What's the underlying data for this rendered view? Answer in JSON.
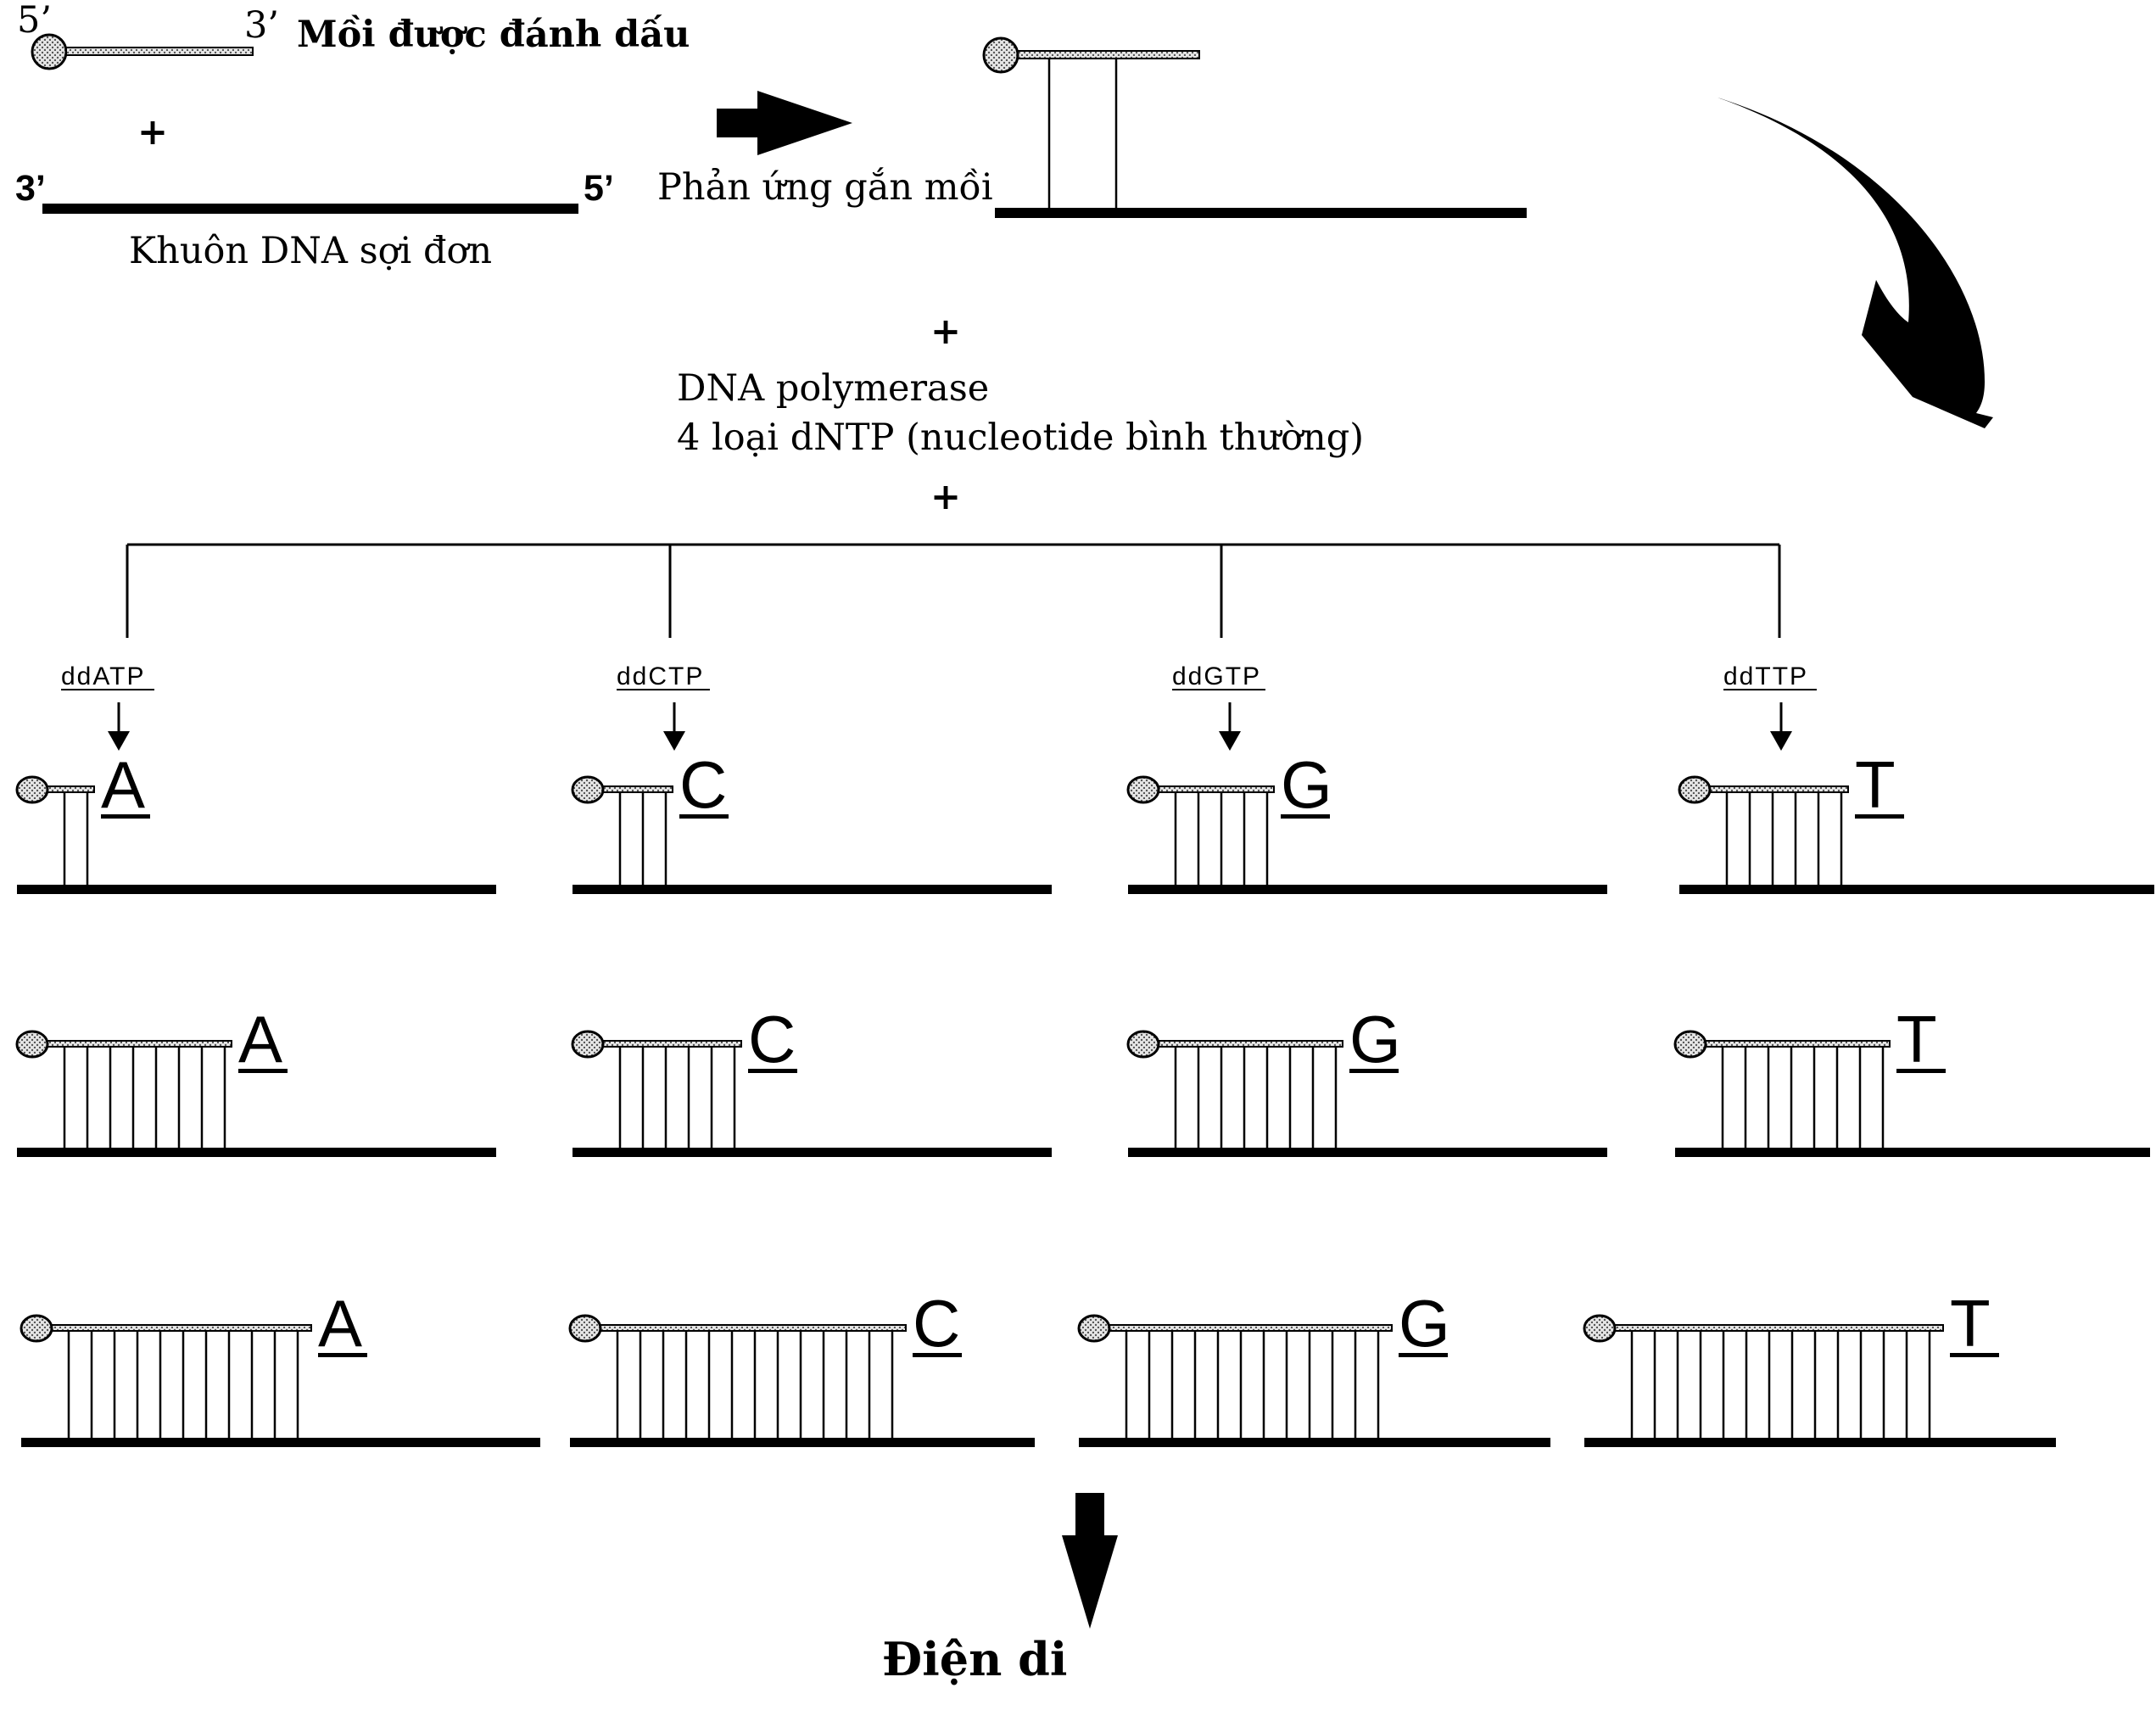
{
  "primer": {
    "end_5": "5’",
    "end_3": "3’",
    "label": "Mồi được đánh dấu"
  },
  "plus": "+",
  "template": {
    "end_3": "3’",
    "end_5": "5’",
    "label": "Khuôn DNA sợi đơn"
  },
  "annealing": {
    "label": "Phản ứng gắn mồi"
  },
  "reagents": {
    "line1": "DNA polymerase",
    "line2": "4 loại dNTP (nucleotide bình thường)"
  },
  "columns": [
    {
      "dd": "ddATP",
      "base": "A",
      "rungs": [
        2,
        8,
        11
      ]
    },
    {
      "dd": "ddCTP",
      "base": "C",
      "rungs": [
        3,
        6,
        13
      ]
    },
    {
      "dd": "ddGTP",
      "base": "G",
      "rungs": [
        5,
        8,
        12
      ]
    },
    {
      "dd": "ddTTP",
      "base": "T",
      "rungs": [
        6,
        8,
        14
      ]
    }
  ],
  "electrophoresis": {
    "label": "Điện di"
  },
  "colors": {
    "ink": "#000000",
    "primer_fill": "#cfcfcf",
    "background": "#ffffff"
  }
}
